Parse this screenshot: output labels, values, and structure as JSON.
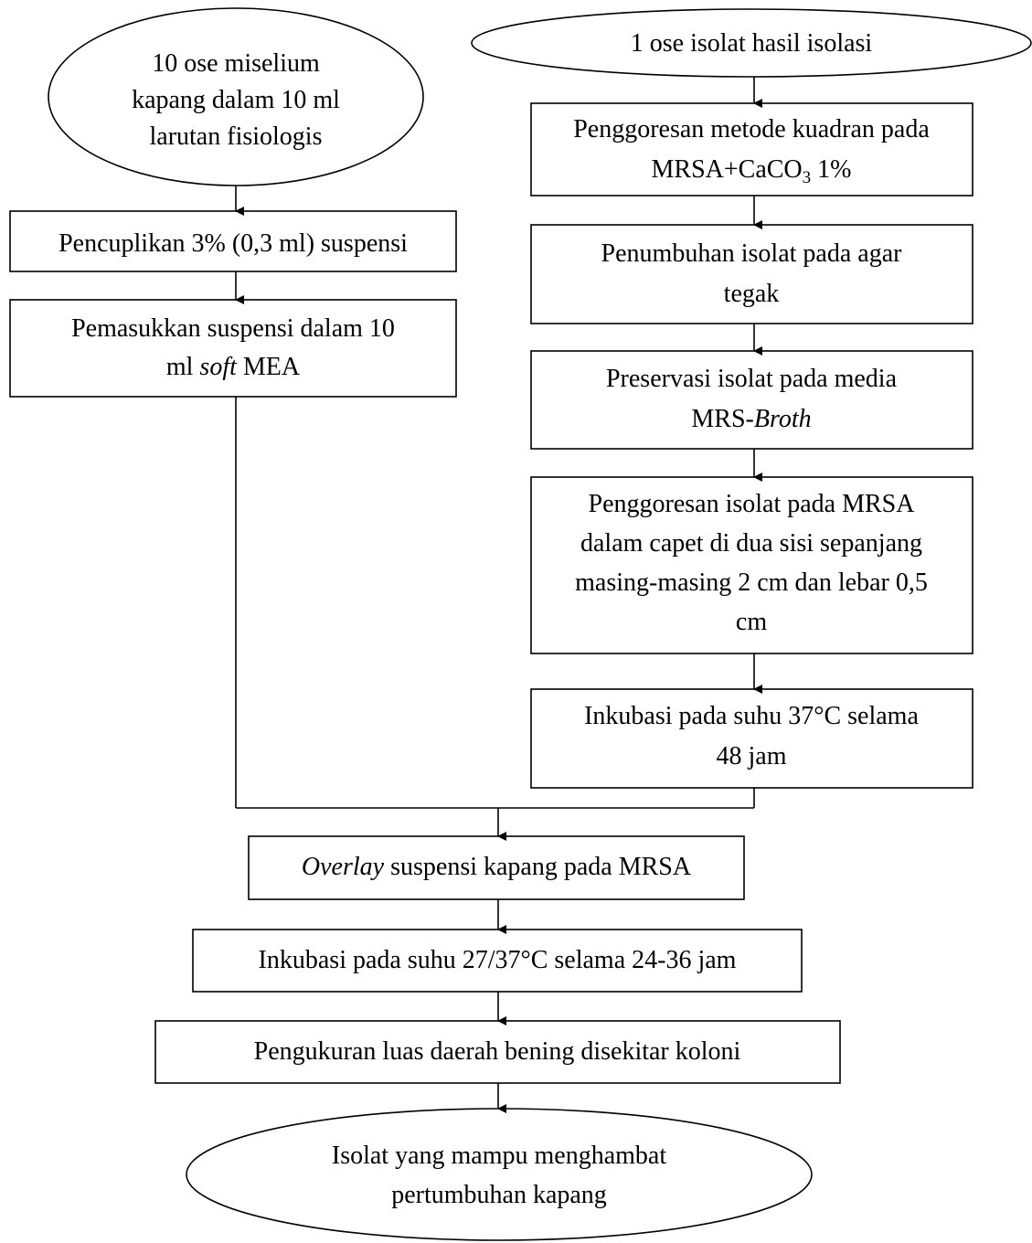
{
  "nodes": {
    "start_left": {
      "lines": [
        "10 ose miselium",
        "kapang dalam 10 ml",
        "larutan fisiologis"
      ]
    },
    "start_right": {
      "lines": [
        "1 ose isolat hasil isolasi"
      ]
    },
    "step_l1": {
      "lines": [
        "Pencuplikan 3% (0,3 ml) suspensi"
      ]
    },
    "step_l2": {
      "line1": "Pemasukkan suspensi dalam 10",
      "line2_a": "ml ",
      "line2_italic": "soft",
      "line2_b": " MEA"
    },
    "step_r1": {
      "line1": "Penggoresan metode kuadran pada",
      "line2_a": "MRSA+CaCO",
      "line2_sub": "3",
      "line2_b": " 1%"
    },
    "step_r2": {
      "lines": [
        "Penumbuhan isolat pada agar",
        "tegak"
      ]
    },
    "step_r3": {
      "line1": "Preservasi isolat pada media",
      "line2_a": "MRS-",
      "line2_italic": "Broth"
    },
    "step_r4": {
      "lines": [
        "Penggoresan isolat pada MRSA",
        "dalam capet di dua sisi sepanjang",
        "masing-masing 2 cm dan lebar 0,5",
        "cm"
      ]
    },
    "step_r5": {
      "lines": [
        "Inkubasi pada suhu 37°C selama",
        "48 jam"
      ]
    },
    "step_m1": {
      "italic": "Overlay",
      "rest": " suspensi kapang pada MRSA"
    },
    "step_m2": {
      "lines": [
        "Inkubasi pada suhu 27/37°C selama 24-36 jam"
      ]
    },
    "step_m3": {
      "lines": [
        "Pengukuran luas daerah bening disekitar koloni"
      ]
    },
    "end": {
      "lines": [
        "Isolat yang mampu menghambat",
        "pertumbuhan kapang"
      ]
    }
  }
}
